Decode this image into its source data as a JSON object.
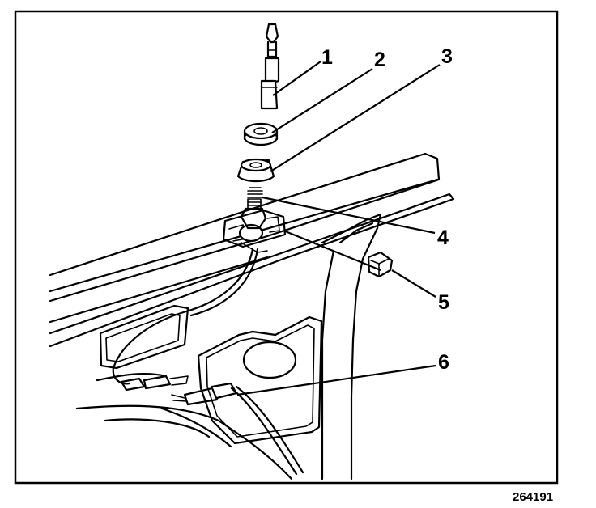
{
  "callouts": [
    {
      "id": "1",
      "label": "1"
    },
    {
      "id": "2",
      "label": "2"
    },
    {
      "id": "3",
      "label": "3"
    },
    {
      "id": "4",
      "label": "4"
    },
    {
      "id": "5",
      "label": "5"
    },
    {
      "id": "6",
      "label": "6"
    }
  ],
  "figure_number": "264191"
}
